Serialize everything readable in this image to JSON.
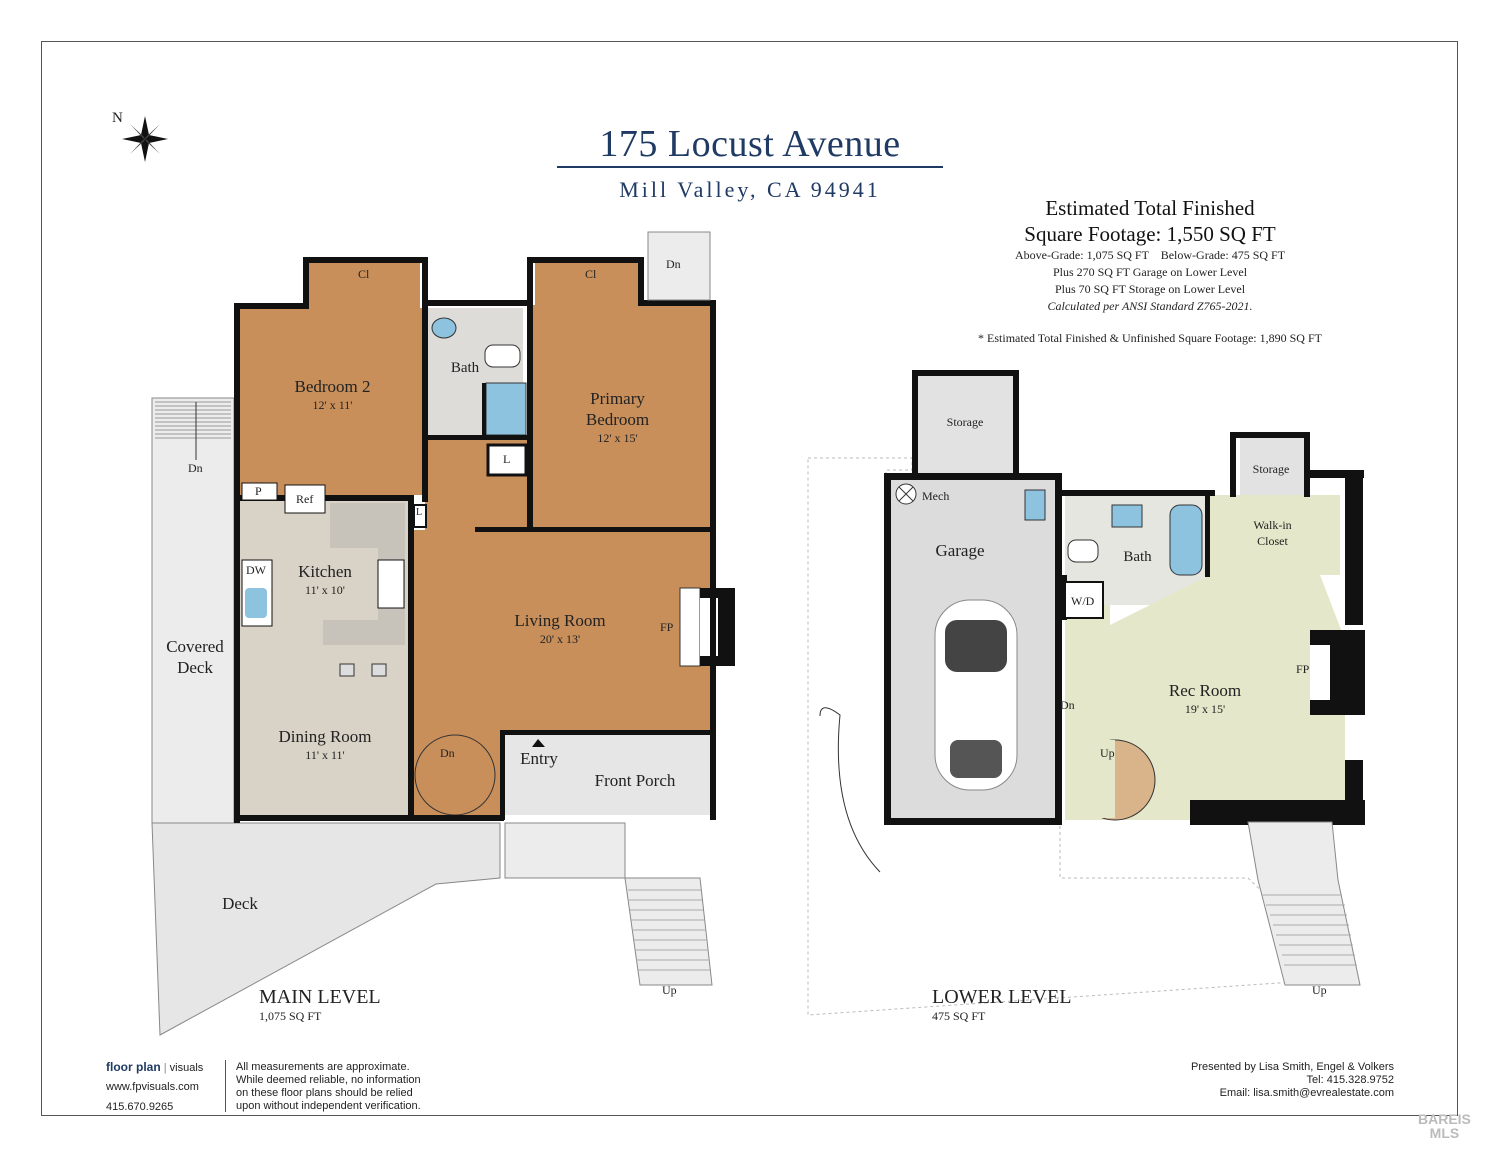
{
  "header": {
    "title": "175 Locust Avenue",
    "subtitle": "Mill Valley, CA 94941",
    "compass_letter": "N"
  },
  "square_footage": {
    "heading_line1": "Estimated Total Finished",
    "heading_line2": "Square Footage: 1,550 SQ FT",
    "detail_line1": "Above-Grade: 1,075 SQ FT    Below-Grade: 475 SQ FT",
    "detail_line2": "Plus 270 SQ FT Garage on Lower Level",
    "detail_line3": "Plus 70 SQ FT Storage on Lower Level",
    "detail_line4": "Calculated per ANSI Standard Z765-2021.",
    "total_note": "* Estimated Total Finished & Unfinished Square Footage: 1,890 SQ FT"
  },
  "main_level": {
    "name": "MAIN LEVEL",
    "area": "1,075 SQ FT",
    "rooms": {
      "bedroom2": {
        "name": "Bedroom 2",
        "dims": "12' x 11'"
      },
      "primary": {
        "name1": "Primary",
        "name2": "Bedroom",
        "dims": "12' x 15'"
      },
      "bath": {
        "name": "Bath"
      },
      "kitchen": {
        "name": "Kitchen",
        "dims": "11' x 10'"
      },
      "living": {
        "name": "Living Room",
        "dims": "20' x 13'"
      },
      "dining": {
        "name": "Dining Room",
        "dims": "11' x 11'"
      },
      "covered_deck": {
        "name1": "Covered",
        "name2": "Deck"
      },
      "front_porch": {
        "name": "Front Porch"
      },
      "entry": {
        "name": "Entry"
      },
      "deck": {
        "name": "Deck"
      }
    },
    "labels": {
      "cl": "Cl",
      "dn": "Dn",
      "up": "Up",
      "p": "P",
      "ref": "Ref",
      "dw": "DW",
      "l": "L",
      "fp": "FP"
    }
  },
  "lower_level": {
    "name": "LOWER LEVEL",
    "area": "475 SQ FT",
    "rooms": {
      "storage": {
        "name": "Storage"
      },
      "garage": {
        "name": "Garage"
      },
      "mech": {
        "name": "Mech"
      },
      "bath": {
        "name": "Bath"
      },
      "walkin": {
        "name1": "Walk-in",
        "name2": "Closet"
      },
      "rec": {
        "name": "Rec Room",
        "dims": "19' x 15'"
      },
      "wd": {
        "name": "W/D"
      }
    }
  },
  "footer": {
    "brand_bold": "floor plan",
    "brand_rest": "visuals",
    "website": "www.fpvisuals.com",
    "phone": "415.670.9265",
    "disclaimer1": "All measurements are approximate.",
    "disclaimer2": "While deemed reliable, no information",
    "disclaimer3": "on these floor plans should be relied",
    "disclaimer4": "upon without independent verification.",
    "presented": "Presented by Lisa Smith, Engel & Volkers",
    "tel": "Tel: 415.328.9752",
    "email": "Email: lisa.smith@evrealestate.com",
    "watermark1": "BAREIS",
    "watermark2": "MLS"
  }
}
